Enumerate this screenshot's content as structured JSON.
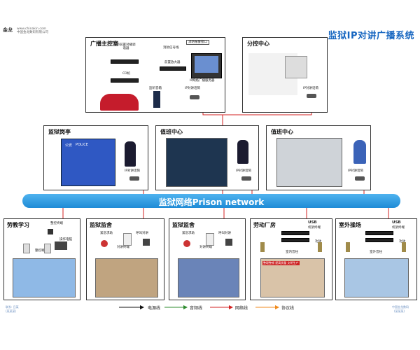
{
  "header": {
    "logo_text": "金龙",
    "logo_sub1": "www.chinakin.com",
    "logo_sub2": "中国金龙数码有限公司",
    "title": "监狱IP对讲广播系统"
  },
  "broadcast_room": {
    "label": "广播主控室",
    "tuner": "带前置对播调谐器",
    "cd": "CD机",
    "fire_signal": "消防信号线",
    "fire_port": "消防报警接口",
    "preamp": "前置放大器",
    "ip_server": "IP网络广播服务器",
    "speaker": "监听音箱",
    "mic": "IP对讲话筒"
  },
  "branch_center": {
    "label": "分控中心",
    "mic": "IP对讲话筒"
  },
  "guard_post": {
    "label": "监狱岗亭",
    "mic": "IP对讲话筒",
    "police_sign": "POLICE",
    "jail_sign": "公安"
  },
  "duty1": {
    "label": "值班中心",
    "mic": "IP对讲话筒"
  },
  "duty2": {
    "label": "值班中心",
    "mic": "IP对讲话筒"
  },
  "network": {
    "label": "监狱网络Prison network"
  },
  "study": {
    "label": "劳教学习",
    "terminal": "整控终端",
    "pc": "操作电脑",
    "speakers": "整控喇叭"
  },
  "cell1": {
    "label": "监狱监舍",
    "emergency": "紧急求助",
    "call_terminal": "对讲终端",
    "call_btn": "呼叫对讲"
  },
  "cell2": {
    "label": "监狱监舍",
    "emergency": "紧急求助",
    "call_terminal": "对讲终端",
    "call_btn": "呼叫对讲"
  },
  "workshop": {
    "label": "劳动厂房",
    "usb": "USB",
    "rack": "机架终端",
    "speaker": "室内音柱",
    "amp": "功放",
    "banner": "整理整顿 提高质量 文明生产"
  },
  "outdoor": {
    "label": "室外操场",
    "usb": "USB",
    "rack": "机架终端",
    "speaker": "室外音柱",
    "amp": "功放"
  },
  "legend": {
    "power": "电源线",
    "audio": "音频线",
    "network": "网络线",
    "protocol": "协议线"
  },
  "footer": {
    "left1": "联系: 吕某",
    "left2": "(某某某)",
    "right1": "中国金龙数码",
    "right2": "(某某某)"
  },
  "colors": {
    "title": "#1565c0",
    "network_bar": "#2a97dd",
    "power_line": "#111111",
    "audio_line": "#2e8b2e",
    "network_line": "#d32020",
    "protocol_line": "#f08a1c"
  }
}
